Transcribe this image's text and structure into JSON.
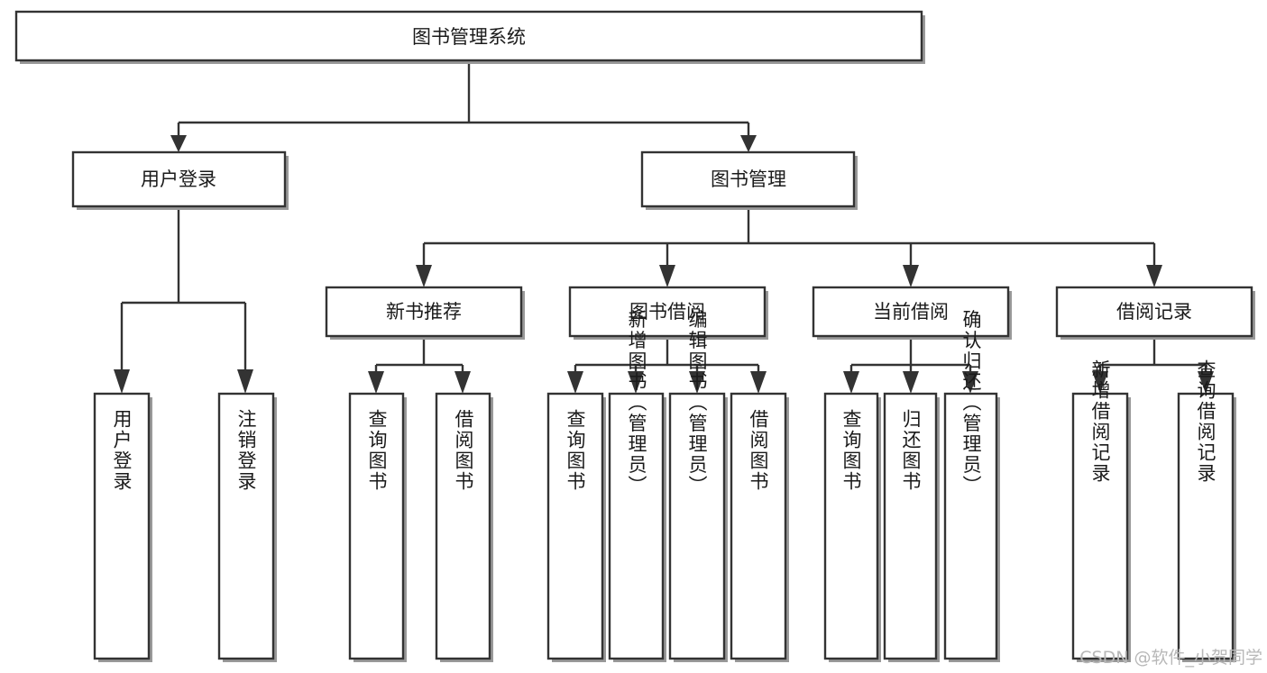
{
  "diagram": {
    "title": "图书管理系统",
    "type": "tree",
    "orientation": "top-down",
    "colors": {
      "box_fill": "#ffffff",
      "box_stroke": "#333333",
      "connector": "#333333",
      "text": "#1a1a1a",
      "watermark": "#b8b8b8",
      "background": "#ffffff"
    },
    "nodes": {
      "root": {
        "label": "图书管理系统",
        "level": 1,
        "orientation": "horizontal"
      },
      "n_user_login": {
        "label": "用户登录",
        "level": 2,
        "orientation": "horizontal"
      },
      "n_book_manage": {
        "label": "图书管理",
        "level": 2,
        "orientation": "horizontal"
      },
      "n_new_book_rec": {
        "label": "新书推荐",
        "level": 3,
        "orientation": "horizontal"
      },
      "n_book_borrow": {
        "label": "图书借阅",
        "level": 3,
        "orientation": "horizontal"
      },
      "n_current_borrow": {
        "label": "当前借阅",
        "level": 3,
        "orientation": "horizontal"
      },
      "n_borrow_record": {
        "label": "借阅记录",
        "level": 3,
        "orientation": "horizontal"
      },
      "l_user_login": {
        "label": "用户登录",
        "level": 4,
        "orientation": "vertical"
      },
      "l_logout": {
        "label": "注销登录",
        "level": 4,
        "orientation": "vertical"
      },
      "l_query_book_1": {
        "label": "查询图书",
        "level": 4,
        "orientation": "vertical"
      },
      "l_borrow_book_1": {
        "label": "借阅图书",
        "level": 4,
        "orientation": "vertical"
      },
      "l_query_book_2": {
        "label": "查询图书",
        "level": 4,
        "orientation": "vertical"
      },
      "l_add_book": {
        "label": "新增图书（管理员）",
        "level": 4,
        "orientation": "vertical"
      },
      "l_edit_book": {
        "label": "编辑图书（管理员）",
        "level": 4,
        "orientation": "vertical"
      },
      "l_borrow_book_2": {
        "label": "借阅图书",
        "level": 4,
        "orientation": "vertical"
      },
      "l_query_book_3": {
        "label": "查询图书",
        "level": 4,
        "orientation": "vertical"
      },
      "l_return_book": {
        "label": "归还图书",
        "level": 4,
        "orientation": "vertical"
      },
      "l_confirm_return": {
        "label": "确认归还（管理员）",
        "level": 4,
        "orientation": "vertical"
      },
      "l_add_record": {
        "label": "新增借阅记录",
        "level": 4,
        "orientation": "vertical"
      },
      "l_query_record": {
        "label": "查询借阅记录",
        "level": 4,
        "orientation": "vertical"
      }
    },
    "edges": [
      {
        "from": "root",
        "to": "n_user_login"
      },
      {
        "from": "root",
        "to": "n_book_manage"
      },
      {
        "from": "n_user_login",
        "to": "l_user_login"
      },
      {
        "from": "n_user_login",
        "to": "l_logout"
      },
      {
        "from": "n_book_manage",
        "to": "n_new_book_rec"
      },
      {
        "from": "n_book_manage",
        "to": "n_book_borrow"
      },
      {
        "from": "n_book_manage",
        "to": "n_current_borrow"
      },
      {
        "from": "n_book_manage",
        "to": "n_borrow_record"
      },
      {
        "from": "n_new_book_rec",
        "to": "l_query_book_1"
      },
      {
        "from": "n_new_book_rec",
        "to": "l_borrow_book_1"
      },
      {
        "from": "n_book_borrow",
        "to": "l_query_book_2"
      },
      {
        "from": "n_book_borrow",
        "to": "l_add_book"
      },
      {
        "from": "n_book_borrow",
        "to": "l_edit_book"
      },
      {
        "from": "n_book_borrow",
        "to": "l_borrow_book_2"
      },
      {
        "from": "n_current_borrow",
        "to": "l_query_book_3"
      },
      {
        "from": "n_current_borrow",
        "to": "l_return_book"
      },
      {
        "from": "n_current_borrow",
        "to": "l_confirm_return"
      },
      {
        "from": "n_borrow_record",
        "to": "l_add_record"
      },
      {
        "from": "n_borrow_record",
        "to": "l_query_record"
      }
    ]
  },
  "watermark": {
    "text": "CSDN @软件_小贺同学"
  }
}
